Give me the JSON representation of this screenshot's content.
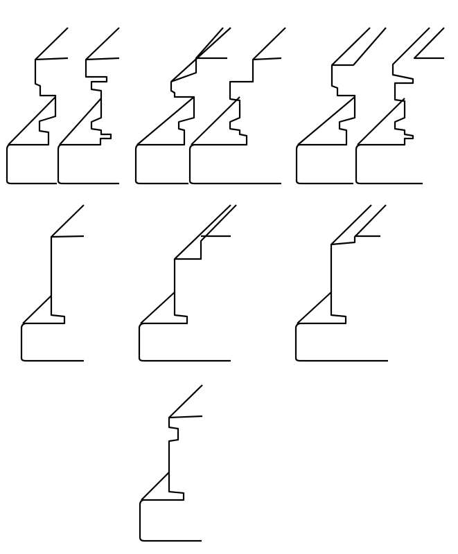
{
  "colors": {
    "background": "#ffffff",
    "line": "#000000"
  },
  "profiles": [
    {
      "id": "double-offset-a",
      "kind": "double-stepped"
    },
    {
      "id": "double-offset-b",
      "kind": "double-stepped"
    },
    {
      "id": "double-offset-c",
      "kind": "double-stepped"
    },
    {
      "id": "single-simple",
      "kind": "single"
    },
    {
      "id": "single-double-line",
      "kind": "single"
    },
    {
      "id": "single-double-line-b",
      "kind": "single"
    },
    {
      "id": "single-notched",
      "kind": "single"
    }
  ]
}
